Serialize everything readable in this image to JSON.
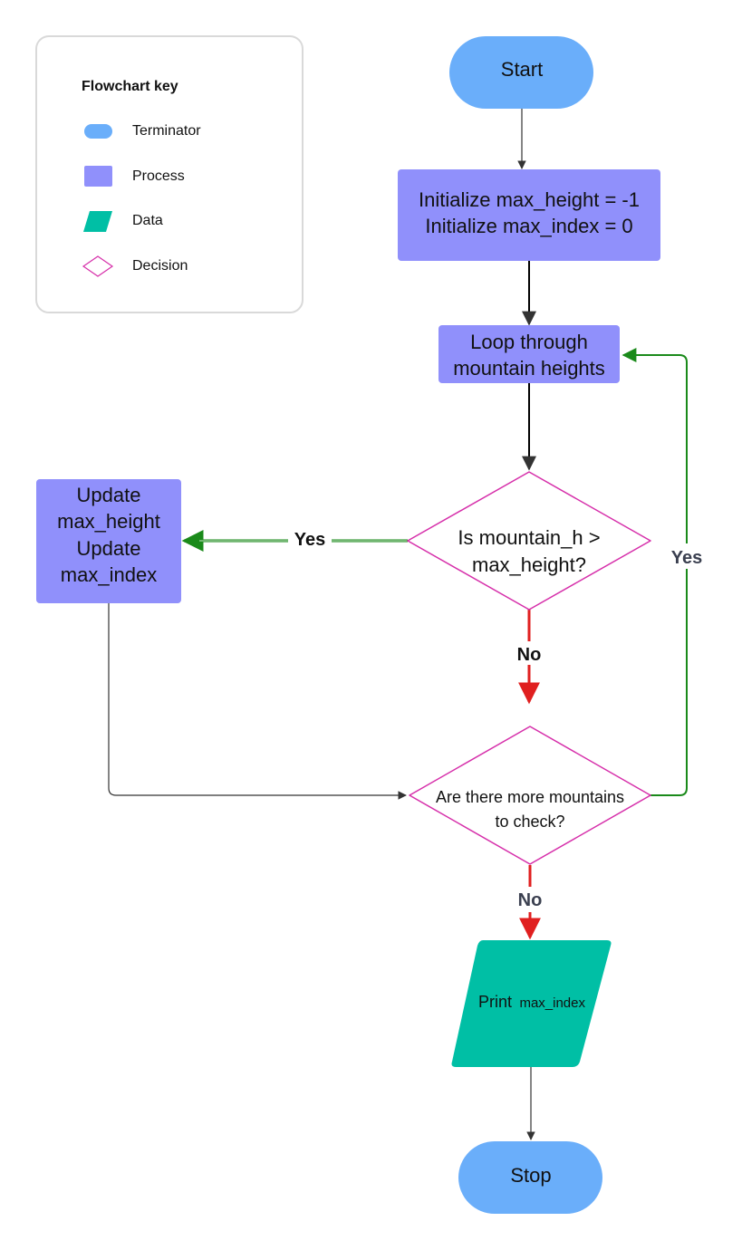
{
  "colors": {
    "terminator": "#6aaefa",
    "process": "#9090fb",
    "data": "#00bfa5",
    "decision_stroke": "#d62faa",
    "yes_edge": "#1a8a1a",
    "no_edge": "#e01f1f",
    "default_edge": "#333333",
    "label_dark": "#3b4050",
    "key_border": "#d9d9d9"
  },
  "key": {
    "title": "Flowchart key",
    "items": [
      {
        "shape": "terminator",
        "label": "Terminator"
      },
      {
        "shape": "process",
        "label": "Process"
      },
      {
        "shape": "data",
        "label": "Data"
      },
      {
        "shape": "decision",
        "label": "Decision"
      }
    ]
  },
  "nodes": {
    "start": {
      "type": "terminator",
      "lines": [
        "Start"
      ]
    },
    "init": {
      "type": "process",
      "lines": [
        "Initialize max_height = -1",
        "Initialize max_index = 0"
      ]
    },
    "loop": {
      "type": "process",
      "lines": [
        "Loop through",
        "mountain heights"
      ]
    },
    "decision_height": {
      "type": "decision",
      "lines": [
        "Is mountain_h >",
        "max_height?"
      ]
    },
    "update": {
      "type": "process",
      "lines": [
        "Update",
        "max_height",
        "Update",
        "max_index"
      ]
    },
    "decision_more": {
      "type": "decision",
      "lines": [
        "Are there more mountains",
        "to check?"
      ]
    },
    "print": {
      "type": "data",
      "text": "Print",
      "text_small": "max_index"
    },
    "stop": {
      "type": "terminator",
      "lines": [
        "Stop"
      ]
    }
  },
  "edges": {
    "height_yes": "Yes",
    "height_no": "No",
    "more_yes": "Yes",
    "more_no": "No"
  }
}
